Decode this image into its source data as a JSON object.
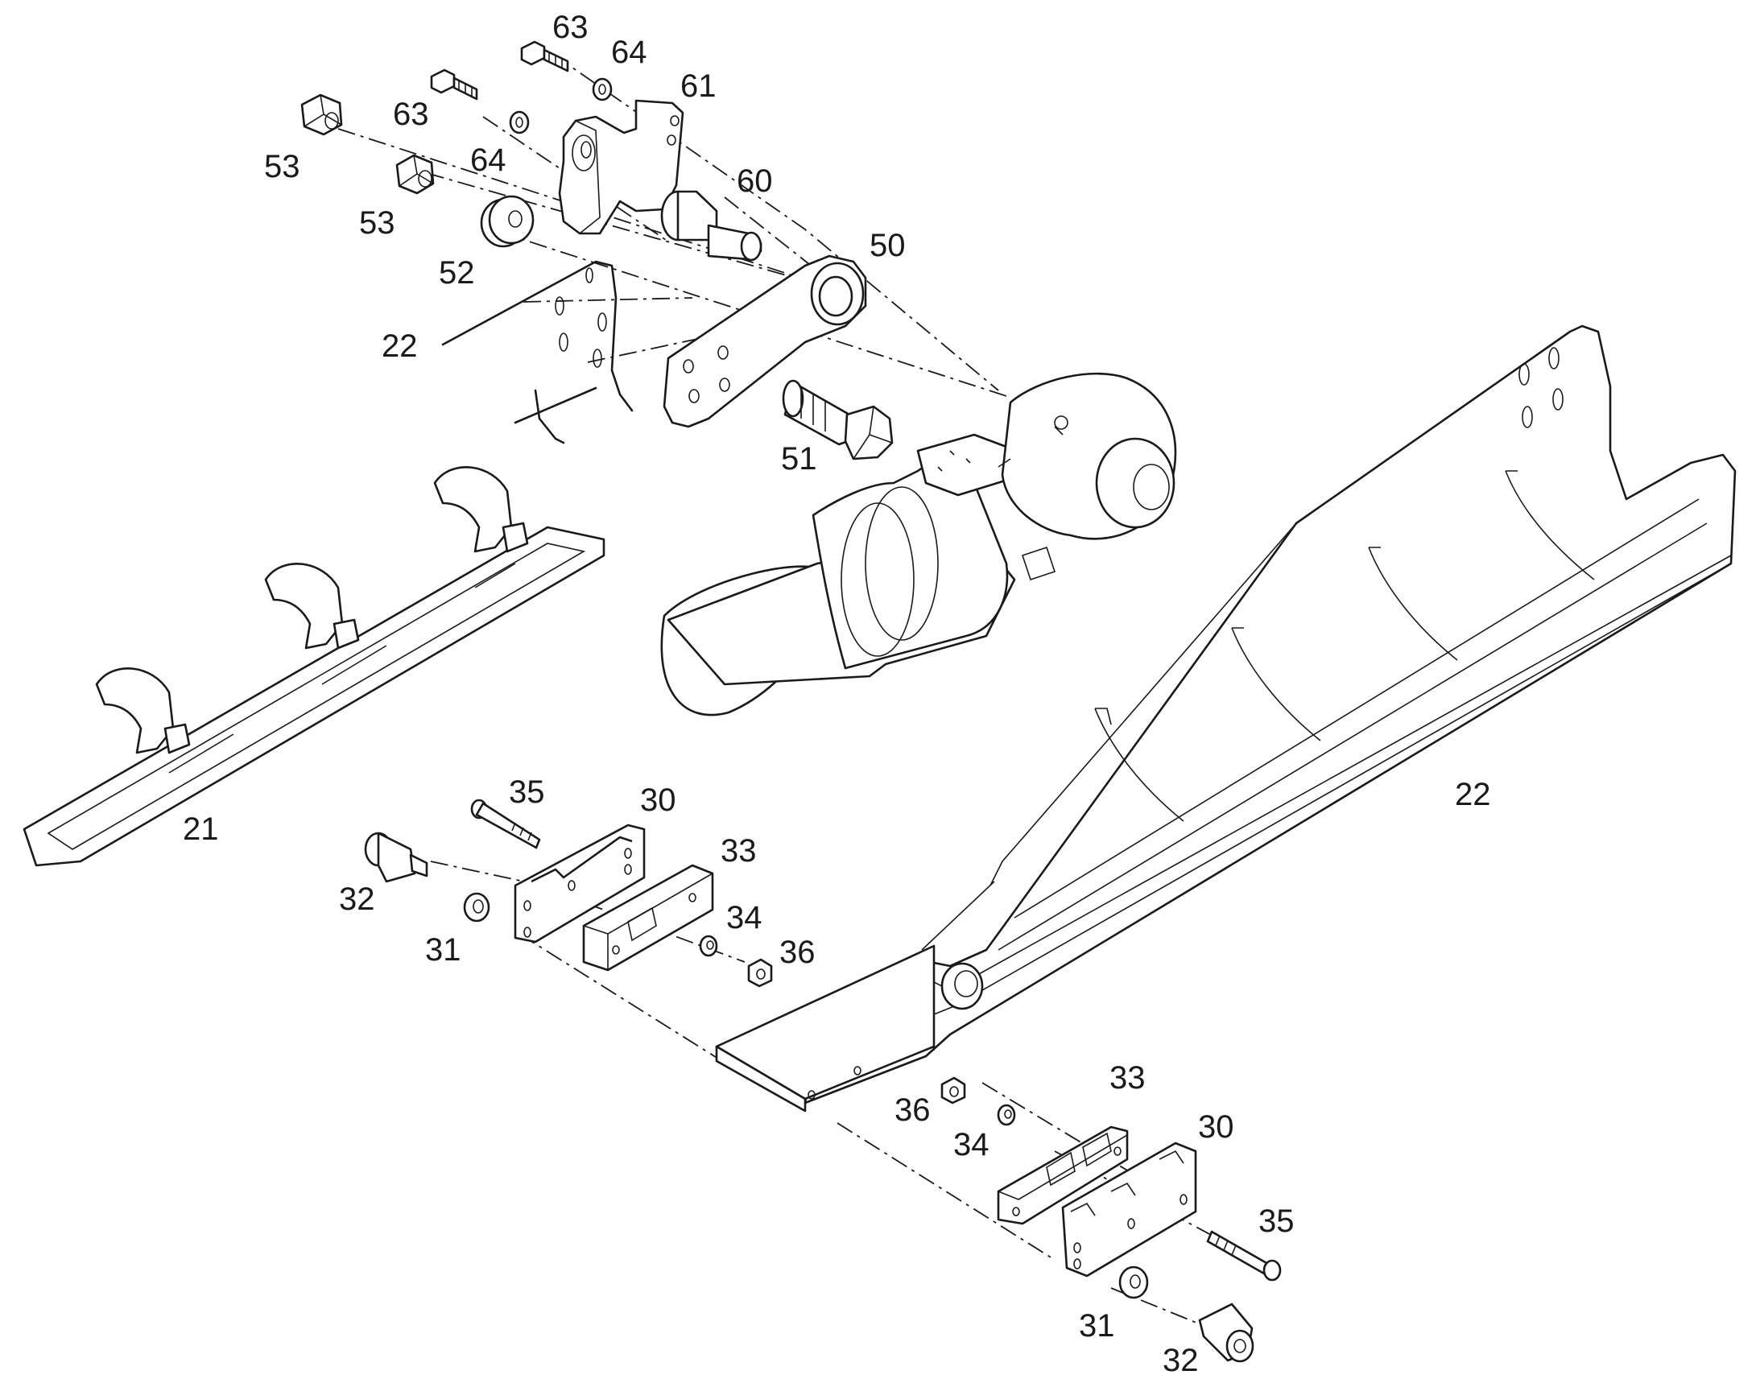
{
  "diagram": {
    "colors": {
      "line": "#1a1a1a",
      "background": "#ffffff"
    },
    "callouts": [
      {
        "id": "c63a",
        "text": "63"
      },
      {
        "id": "c64a",
        "text": "64"
      },
      {
        "id": "c61",
        "text": "61"
      },
      {
        "id": "c63b",
        "text": "63"
      },
      {
        "id": "c53a",
        "text": "53"
      },
      {
        "id": "c64b",
        "text": "64"
      },
      {
        "id": "c60",
        "text": "60"
      },
      {
        "id": "c53b",
        "text": "53"
      },
      {
        "id": "c52",
        "text": "52"
      },
      {
        "id": "c50",
        "text": "50"
      },
      {
        "id": "c22a",
        "text": "22"
      },
      {
        "id": "c51",
        "text": "51"
      },
      {
        "id": "c21",
        "text": "21"
      },
      {
        "id": "c35a",
        "text": "35"
      },
      {
        "id": "c30a",
        "text": "30"
      },
      {
        "id": "c33a",
        "text": "33"
      },
      {
        "id": "c32a",
        "text": "32"
      },
      {
        "id": "c34a",
        "text": "34"
      },
      {
        "id": "c31a",
        "text": "31"
      },
      {
        "id": "c36a",
        "text": "36"
      },
      {
        "id": "c22b",
        "text": "22"
      },
      {
        "id": "c33b",
        "text": "33"
      },
      {
        "id": "c36b",
        "text": "36"
      },
      {
        "id": "c30b",
        "text": "30"
      },
      {
        "id": "c34b",
        "text": "34"
      },
      {
        "id": "c35b",
        "text": "35"
      },
      {
        "id": "c31b",
        "text": "31"
      },
      {
        "id": "c32b",
        "text": "32"
      }
    ]
  }
}
